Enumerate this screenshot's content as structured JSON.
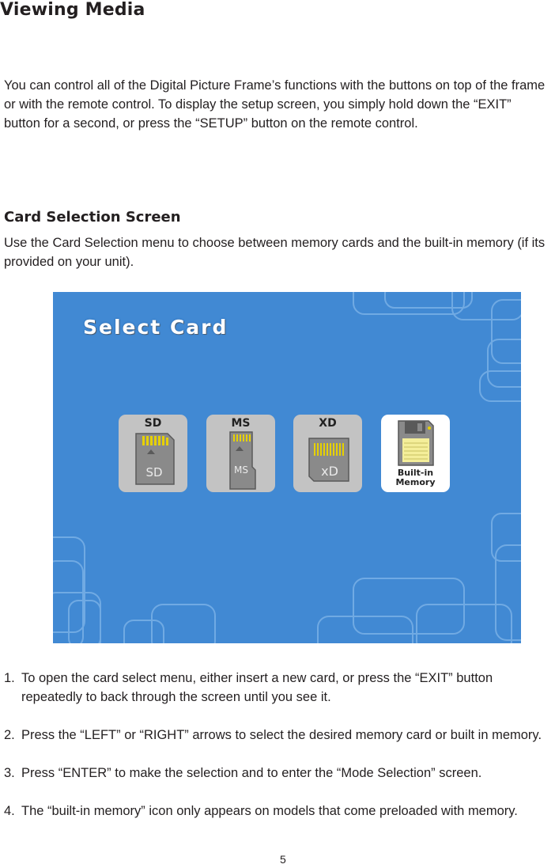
{
  "header": {
    "title": "Viewing Media"
  },
  "intro": "You can control all of the Digital Picture Frame’s functions with the buttons on top of the frame or with the remote control. To display the setup screen, you simply hold down the “EXIT” button for a second, or press the “SETUP” button on the remote control.",
  "section": {
    "heading": "Card Selection Screen",
    "description": "Use the Card Selection menu to choose between memory cards and the built-in memory (if its provided on your unit)."
  },
  "screenshot": {
    "title": "Select Card",
    "colors": {
      "background": "#4189d3",
      "tile": "#c3c3c3",
      "selected_tile": "#ffffff"
    },
    "cards": [
      {
        "label": "SD",
        "card_text": "SD",
        "icon": "sd-card-icon"
      },
      {
        "label": "MS",
        "card_text": "MS",
        "icon": "memory-stick-icon"
      },
      {
        "label": "XD",
        "card_text": "xD",
        "icon": "xd-card-icon"
      },
      {
        "label_line1": "Built-in",
        "label_line2": "Memory",
        "icon": "floppy-disk-icon",
        "selected": true
      }
    ]
  },
  "steps": [
    {
      "num": "1.",
      "text": "To open the card select menu, either insert a new card, or press the “EXIT” button repeatedly to back through the screen until you see it."
    },
    {
      "num": "2.",
      "text": "Press the “LEFT” or “RIGHT” arrows to select the desired memory card or built in memory."
    },
    {
      "num": "3.",
      "text": "Press “ENTER” to make the selection and to enter the “Mode Selection” screen."
    },
    {
      "num": "4.",
      "text": "The “built-in memory” icon only appears on models that come preloaded with memory."
    }
  ],
  "footer": {
    "page_number": "5"
  }
}
